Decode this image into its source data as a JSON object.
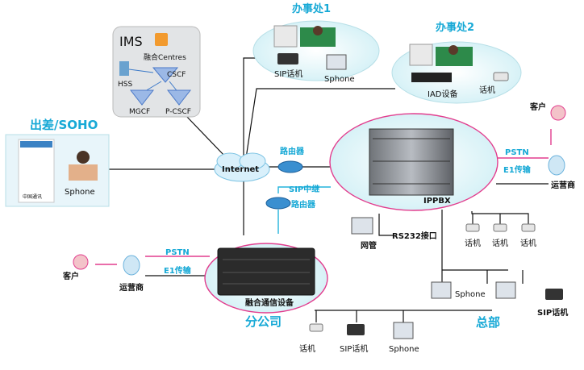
{
  "ims": {
    "title": "IMS",
    "centres": "融合Centres",
    "cscf": "CSCF",
    "hss": "HSS",
    "mgcf": "MGCF",
    "pcscf": "P-CSCF"
  },
  "office1": {
    "title": "办事处1",
    "sip_phone": "SIP话机",
    "sphone": "Sphone"
  },
  "office2": {
    "title": "办事处2",
    "iad": "IAD设备",
    "phone": "话机"
  },
  "soho": {
    "title": "出差/SOHO",
    "sphone": "Sphone",
    "app_label": "中国通讯"
  },
  "internet": "Internet",
  "router1": "路由器",
  "router2": "路由器",
  "sip_trunk": "SIP中继",
  "ippbx": {
    "label": "IPPBX",
    "pstn": "PSTN",
    "e1": "E1传输",
    "customer": "客户",
    "operator": "运营商",
    "phones": [
      "话机",
      "话机",
      "话机"
    ]
  },
  "nms": {
    "label": "网管",
    "rs232": "RS232接口"
  },
  "hq": {
    "title": "总部",
    "sphone": "Sphone",
    "sip_phone": "SIP话机"
  },
  "branch": {
    "title": "分公司",
    "device": "融合通信设备",
    "pstn": "PSTN",
    "e1": "E1传输",
    "customer": "客户",
    "operator": "运营商",
    "phone": "话机",
    "sip_phone": "SIP话机",
    "sphone": "Sphone"
  },
  "colors": {
    "title": "#17a9d6",
    "link": "#e23d8e",
    "sip": "#23b3dc"
  }
}
